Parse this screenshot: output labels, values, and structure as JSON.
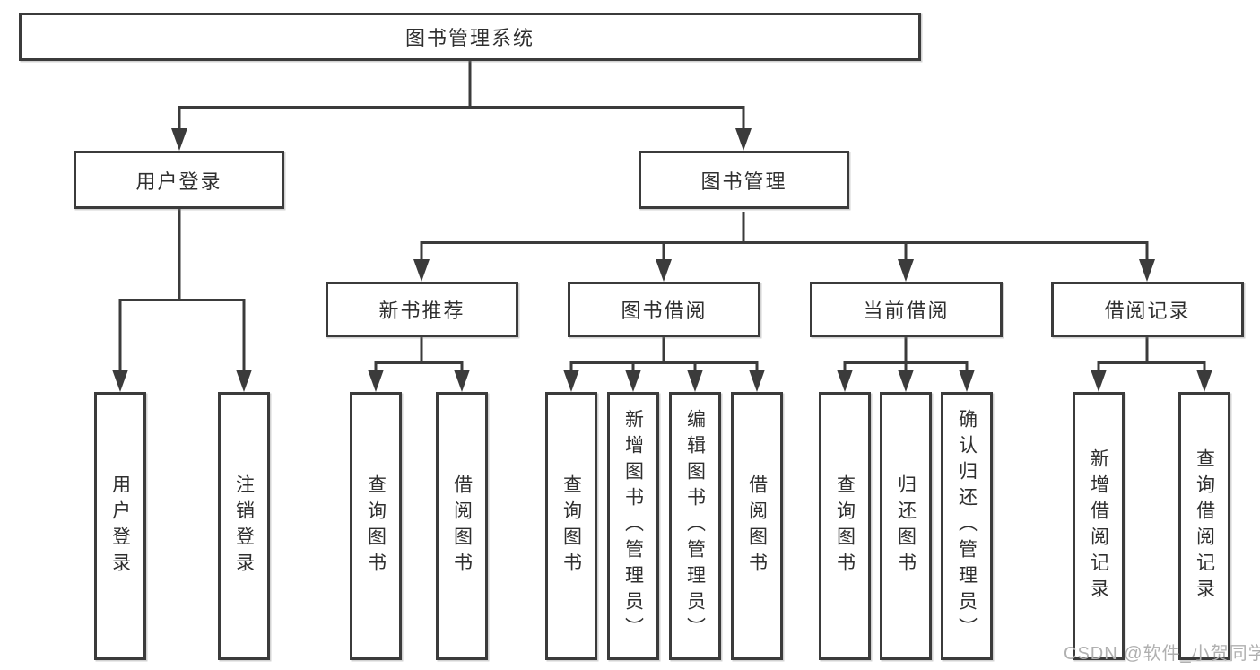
{
  "colors": {
    "line": "#3b3b3b",
    "box_border": "#3b3b3b",
    "text": "#2f2f2f",
    "watermark": "#b0b0b0",
    "background": "#ffffff"
  },
  "watermark": {
    "text": "CSDN @软件_小贺同学"
  },
  "tree": {
    "root": {
      "label": "图书管理系统",
      "children": [
        {
          "label": "用户登录",
          "children": [
            {
              "label": "用户登录"
            },
            {
              "label": "注销登录"
            }
          ]
        },
        {
          "label": "图书管理",
          "children": [
            {
              "label": "新书推荐",
              "children": [
                {
                  "label": "查询图书"
                },
                {
                  "label": "借阅图书"
                }
              ]
            },
            {
              "label": "图书借阅",
              "children": [
                {
                  "label": "查询图书"
                },
                {
                  "label": "新增图书（管理员）"
                },
                {
                  "label": "编辑图书（管理员）"
                },
                {
                  "label": "借阅图书"
                }
              ]
            },
            {
              "label": "当前借阅",
              "children": [
                {
                  "label": "查询图书"
                },
                {
                  "label": "归还图书"
                },
                {
                  "label": "确认归还（管理员）"
                }
              ]
            },
            {
              "label": "借阅记录",
              "children": [
                {
                  "label": "新增借阅记录"
                },
                {
                  "label": "查询借阅记录"
                }
              ]
            }
          ]
        }
      ]
    }
  }
}
